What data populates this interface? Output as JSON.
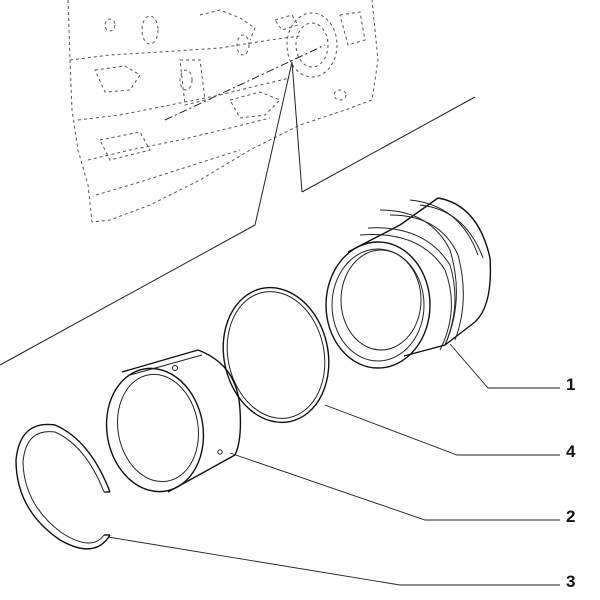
{
  "diagram": {
    "callouts": [
      {
        "id": "1",
        "label": "1"
      },
      {
        "id": "4",
        "label": "4"
      },
      {
        "id": "2",
        "label": "2"
      },
      {
        "id": "3",
        "label": "3"
      }
    ]
  }
}
